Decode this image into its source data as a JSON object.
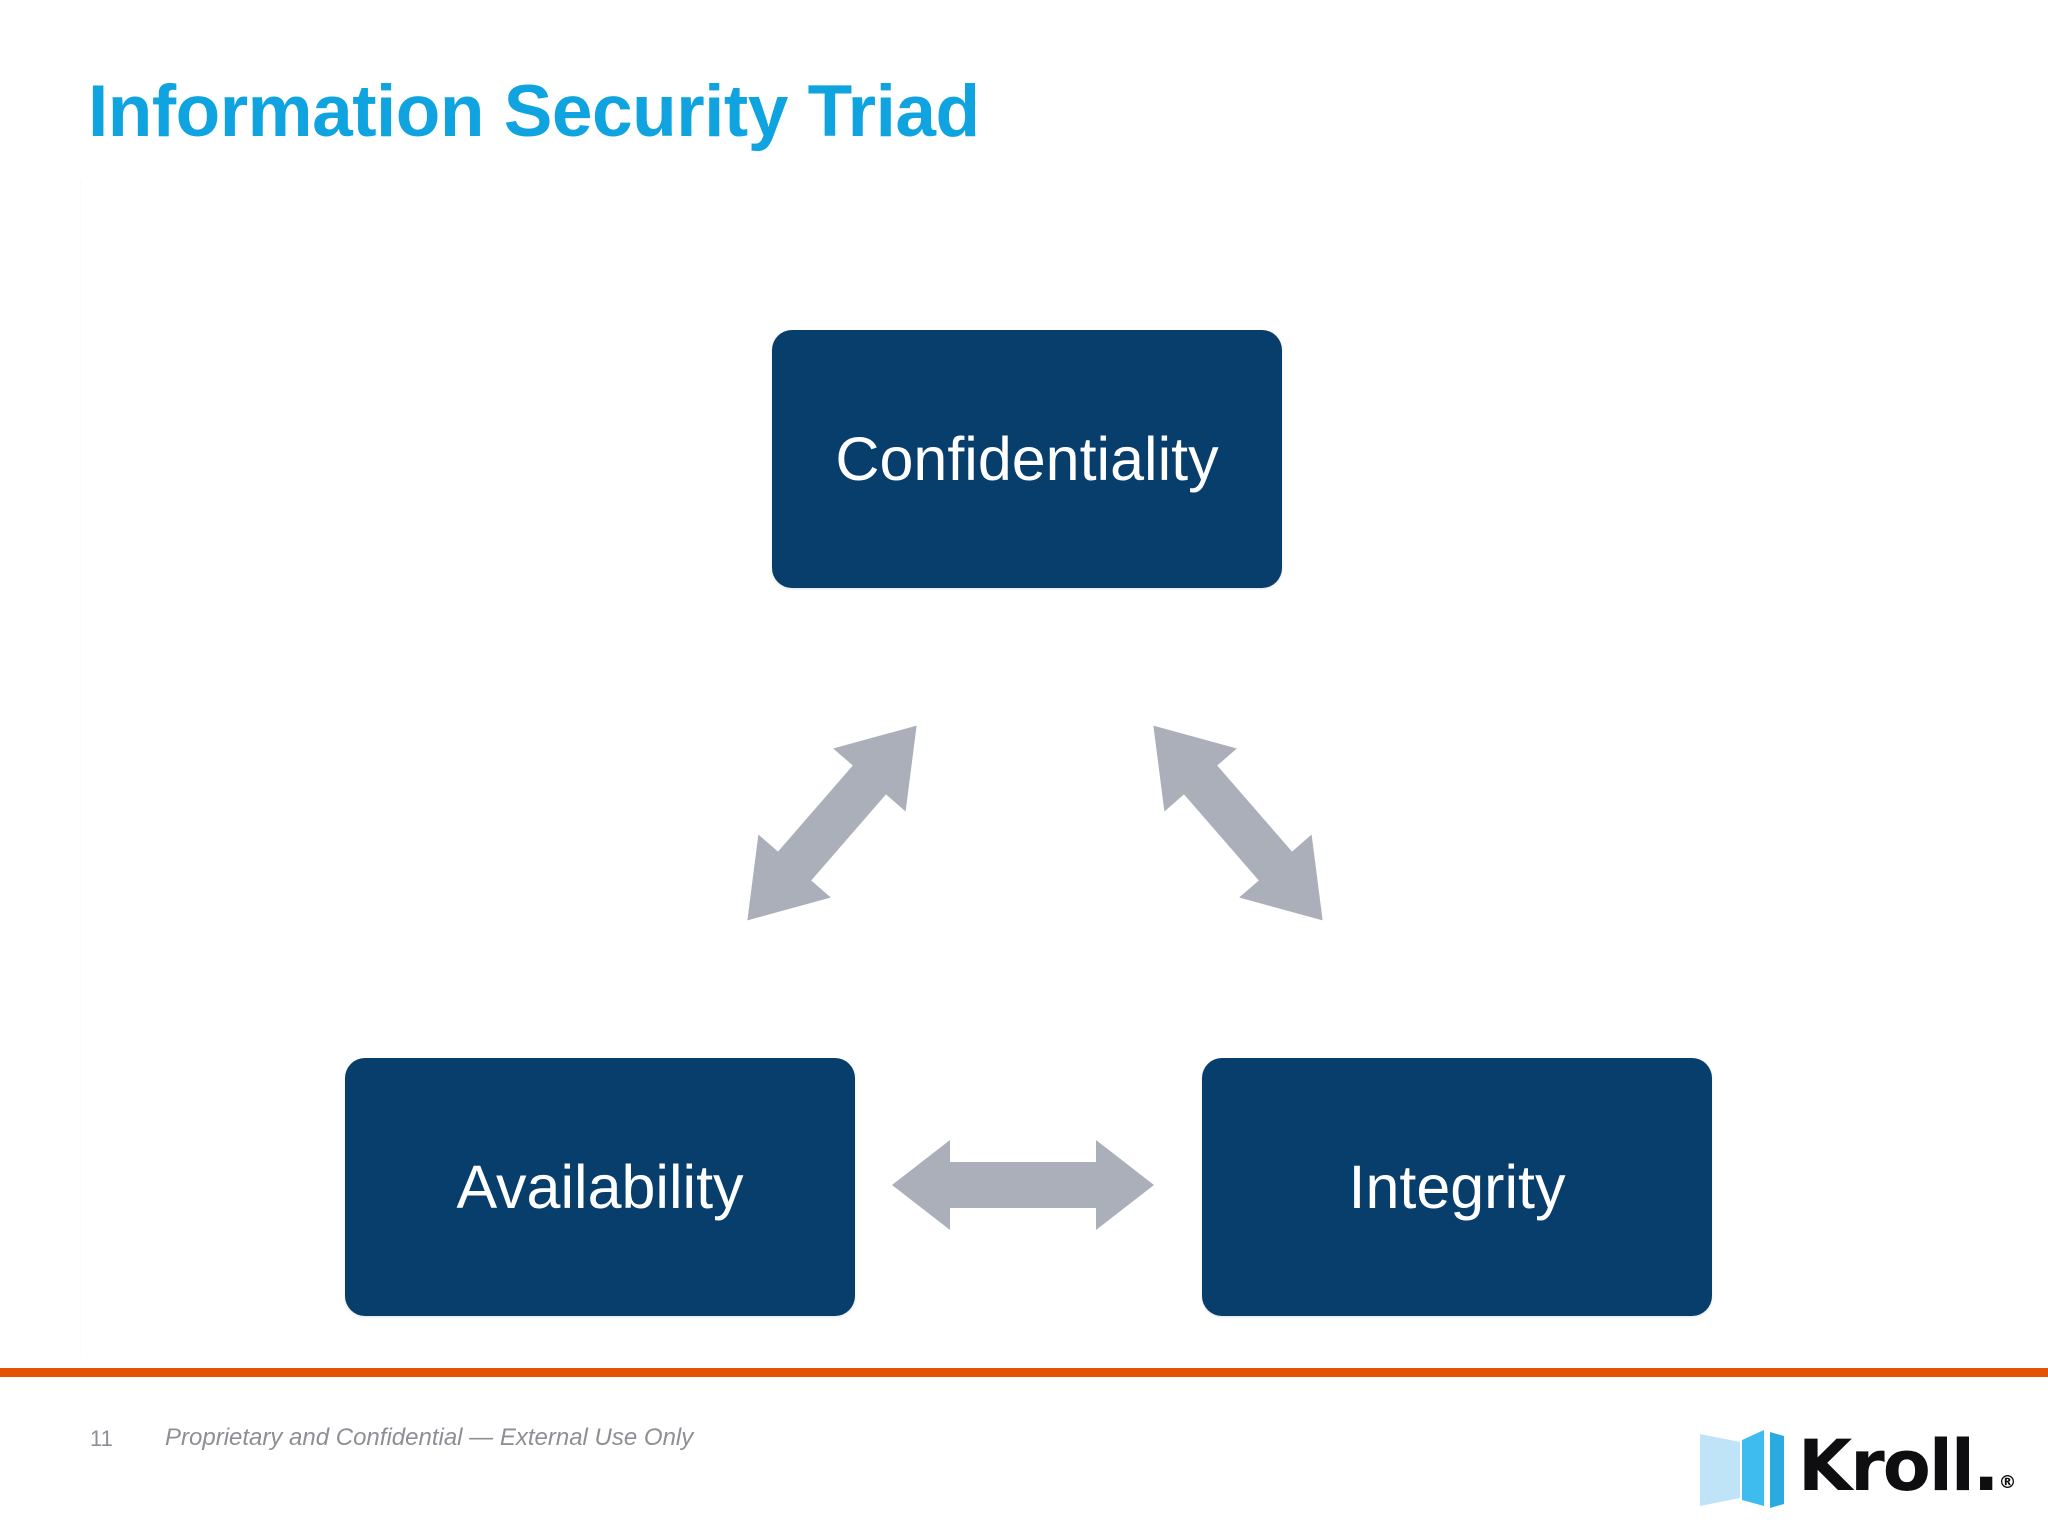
{
  "slide": {
    "title": "Information Security Triad",
    "title_color": "#0FA3DF",
    "background_color": "#FFFFFF"
  },
  "diagram": {
    "type": "triad-diagram",
    "node_fill_color": "#083E6B",
    "node_text_color": "#FFFFFF",
    "arrow_color": "#ABAFBA",
    "nodes": [
      {
        "id": "confidentiality",
        "label": "Confidentiality",
        "position": "top-center"
      },
      {
        "id": "availability",
        "label": "Availability",
        "position": "bottom-left"
      },
      {
        "id": "integrity",
        "label": "Integrity",
        "position": "bottom-right"
      }
    ],
    "connectors": [
      {
        "id": "confidentiality-availability",
        "from": "confidentiality",
        "to": "availability",
        "style": "double-arrow",
        "orientation": "diagonal-down-left"
      },
      {
        "id": "confidentiality-integrity",
        "from": "confidentiality",
        "to": "integrity",
        "style": "double-arrow",
        "orientation": "diagonal-down-right"
      },
      {
        "id": "availability-integrity",
        "from": "availability",
        "to": "integrity",
        "style": "double-arrow",
        "orientation": "horizontal"
      }
    ]
  },
  "footer": {
    "page_number": "11",
    "note": "Proprietary and Confidential — External Use Only",
    "rule_color": "#E35205",
    "text_color": "#8D8F94"
  },
  "logo": {
    "wordmark": "Kroll",
    "period": ".",
    "registered_mark": "®",
    "mark_colors": [
      "#BFE4F7",
      "#3FBCEF",
      "#29ABE2"
    ]
  }
}
